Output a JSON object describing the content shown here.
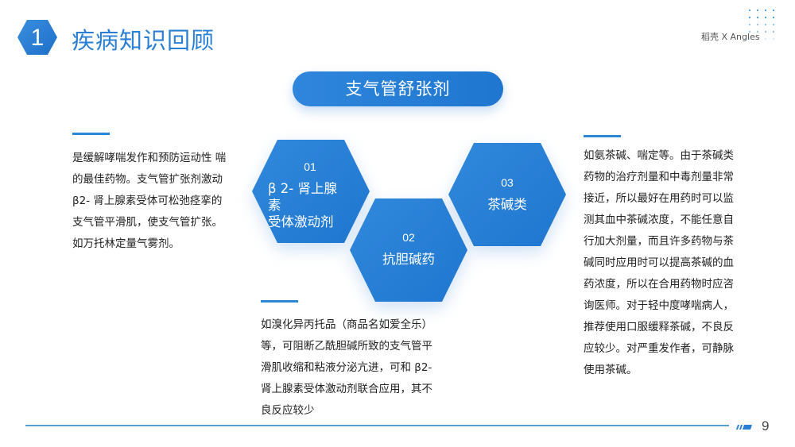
{
  "header": {
    "section_number": "1",
    "title": "疾病知识回顾",
    "brand": "稻壳 X Angles"
  },
  "topic_pill": "支气管舒张剂",
  "hexagons": [
    {
      "num": "01",
      "label_lines": [
        "β 2- 肾上腺",
        "素",
        "受体激动剂"
      ]
    },
    {
      "num": "02",
      "label_lines": [
        "抗胆碱药"
      ]
    },
    {
      "num": "03",
      "label_lines": [
        "茶碱类"
      ]
    }
  ],
  "paragraphs": {
    "left": [
      "是缓解哮喘发作和预防运动性 喘",
      "的最佳药物。支气管扩张剂激动",
      "β2- 肾上腺素受体可松弛痉挛的",
      "支气管平滑肌，使支气管扩张。",
      "如万托林定量气雾剂。"
    ],
    "middle": [
      "如溴化异丙托品（商品名如爱全乐）",
      "等，可阻断乙酰胆碱所致的支气管平",
      "滑肌收缩和粘液分泌亢进，可和 β2-",
      "肾上腺素受体激动剂联合应用，其不",
      "良反应较少"
    ],
    "right": [
      "如氨茶碱、喘定等。由于茶碱类",
      "药物的治疗剂量和中毒剂量非常",
      "接近，所以最好在用药时可以监",
      "测其血中茶碱浓度，不能任意自",
      "行加大剂量，而且许多药物与茶",
      "碱同时应用时可以提高茶碱的血",
      "药浓度，所以在合用药物时应咨",
      "询医师。对于轻中度哮喘病人，",
      "推荐使用口服缓释茶碱，不良反",
      "应较少。对严重发作者，可静脉",
      "使用茶碱。"
    ]
  },
  "footer": {
    "page_number": "9"
  },
  "colors": {
    "accent": "#2a86d8",
    "hex_fill": "#2a82d6",
    "title": "#2a7fd4"
  }
}
